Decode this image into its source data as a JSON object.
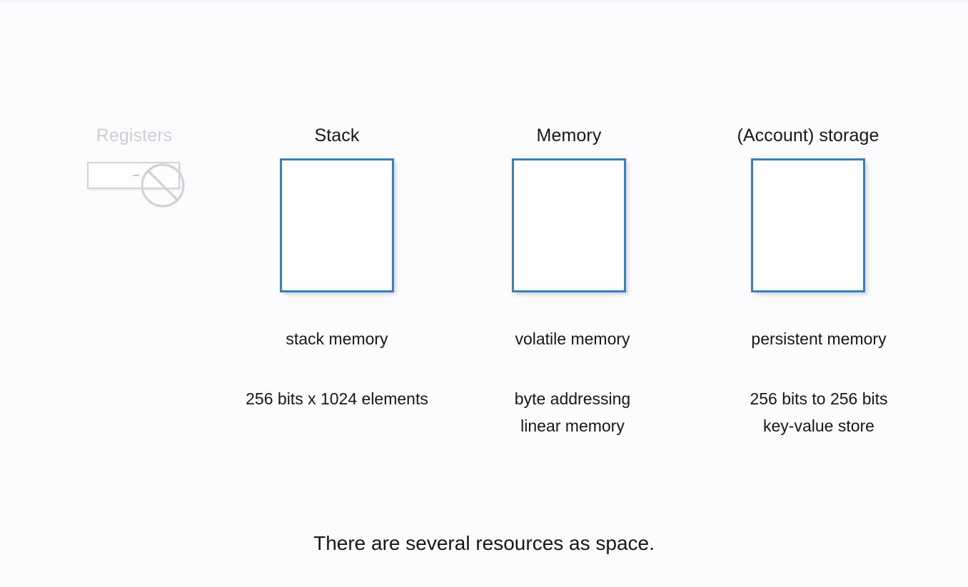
{
  "background_color": "#fcfcff",
  "accent_color": "#3b7ebb",
  "disabled_color": "#cfcfd4",
  "columns": [
    {
      "id": "registers",
      "title": "Registers",
      "state": "disabled",
      "icon": "no-entry-icon",
      "caption": "",
      "detail_lines": []
    },
    {
      "id": "stack",
      "title": "Stack",
      "state": "active",
      "caption": "stack memory",
      "detail_lines": [
        "256 bits x 1024 elements"
      ]
    },
    {
      "id": "memory",
      "title": "Memory",
      "state": "active",
      "caption": "volatile memory",
      "detail_lines": [
        "byte addressing",
        "linear memory"
      ]
    },
    {
      "id": "storage",
      "title": "(Account) storage",
      "state": "active",
      "caption": "persistent memory",
      "detail_lines": [
        "256 bits to 256 bits",
        "key-value store"
      ]
    }
  ],
  "footer": {
    "note": "There are several resources as space."
  }
}
